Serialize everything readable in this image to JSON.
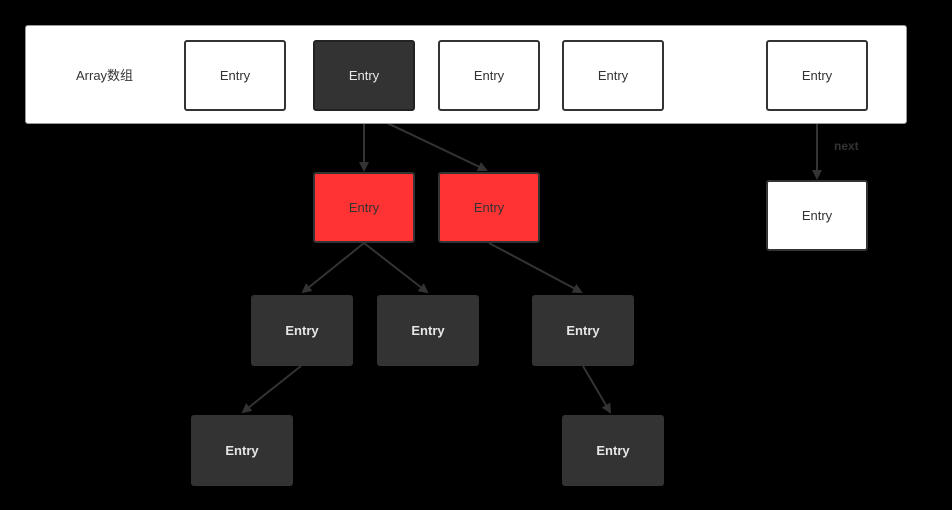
{
  "array": {
    "label": "Array数组"
  },
  "entry_label": "Entry",
  "edge_label_next": "next",
  "colors": {
    "background": "#000000",
    "array_fill": "#ffffff",
    "node_dark": "#333333",
    "node_red": "#ff3333",
    "edge": "#333333"
  }
}
